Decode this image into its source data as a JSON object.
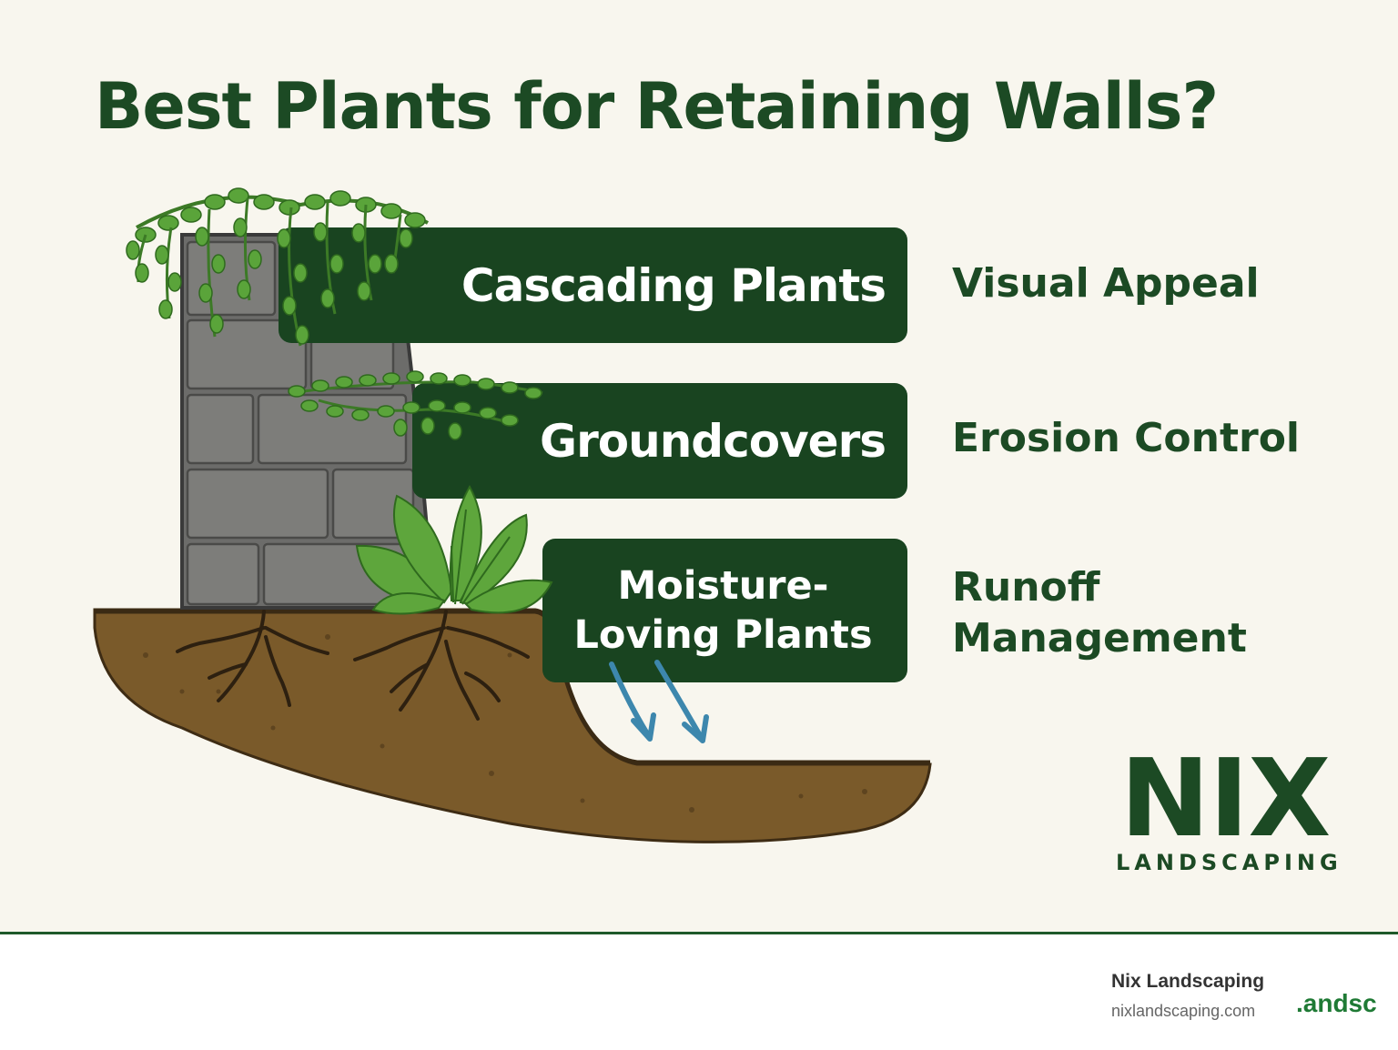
{
  "title": "Best Plants for Retaining Walls?",
  "rows": [
    {
      "plant_type": "Cascading Plants",
      "benefit": "Visual Appeal"
    },
    {
      "plant_type": "Groundcovers",
      "benefit": "Erosion Control"
    },
    {
      "plant_type": "Moisture-Loving Plants",
      "benefit": "Runoff Management"
    }
  ],
  "logo": {
    "word": "NIX",
    "sub": "LANDSCAPING"
  },
  "footer": {
    "name": "Nix Landscaping",
    "url": "nixlandscaping.com",
    "mark": ".andsc"
  },
  "colors": {
    "dark_green": "#194420",
    "title_green": "#1c4a24",
    "background": "#f8f6ee",
    "soil": "#7a5a2a",
    "wall": "#6c6c6a",
    "leaf": "#5aa43a",
    "water_arrow": "#3d87ad"
  }
}
